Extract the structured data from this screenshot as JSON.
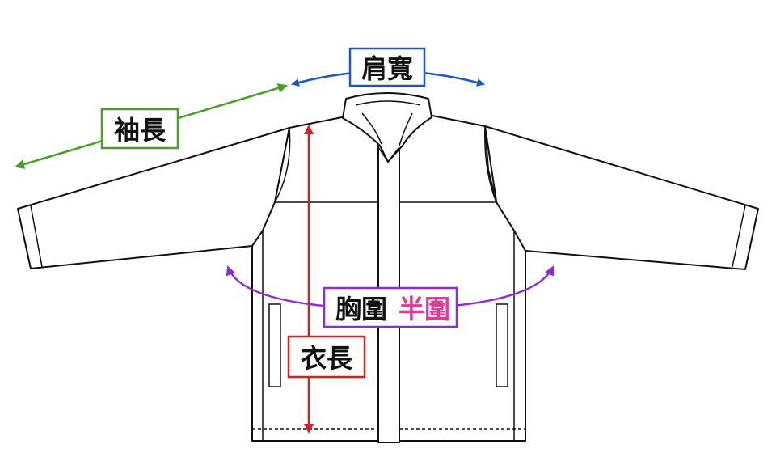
{
  "labels": {
    "shoulder_width": "肩寬",
    "sleeve_length": "袖長",
    "chest": "胸圍",
    "chest_half": "半圍",
    "body_length": "衣長"
  },
  "colors": {
    "shoulder": "#1a56c8",
    "sleeve": "#4a9e2a",
    "chest": "#8a2be2",
    "chest_half_text": "#e6379b",
    "body_length": "#e11b22",
    "outline": "#111111"
  }
}
